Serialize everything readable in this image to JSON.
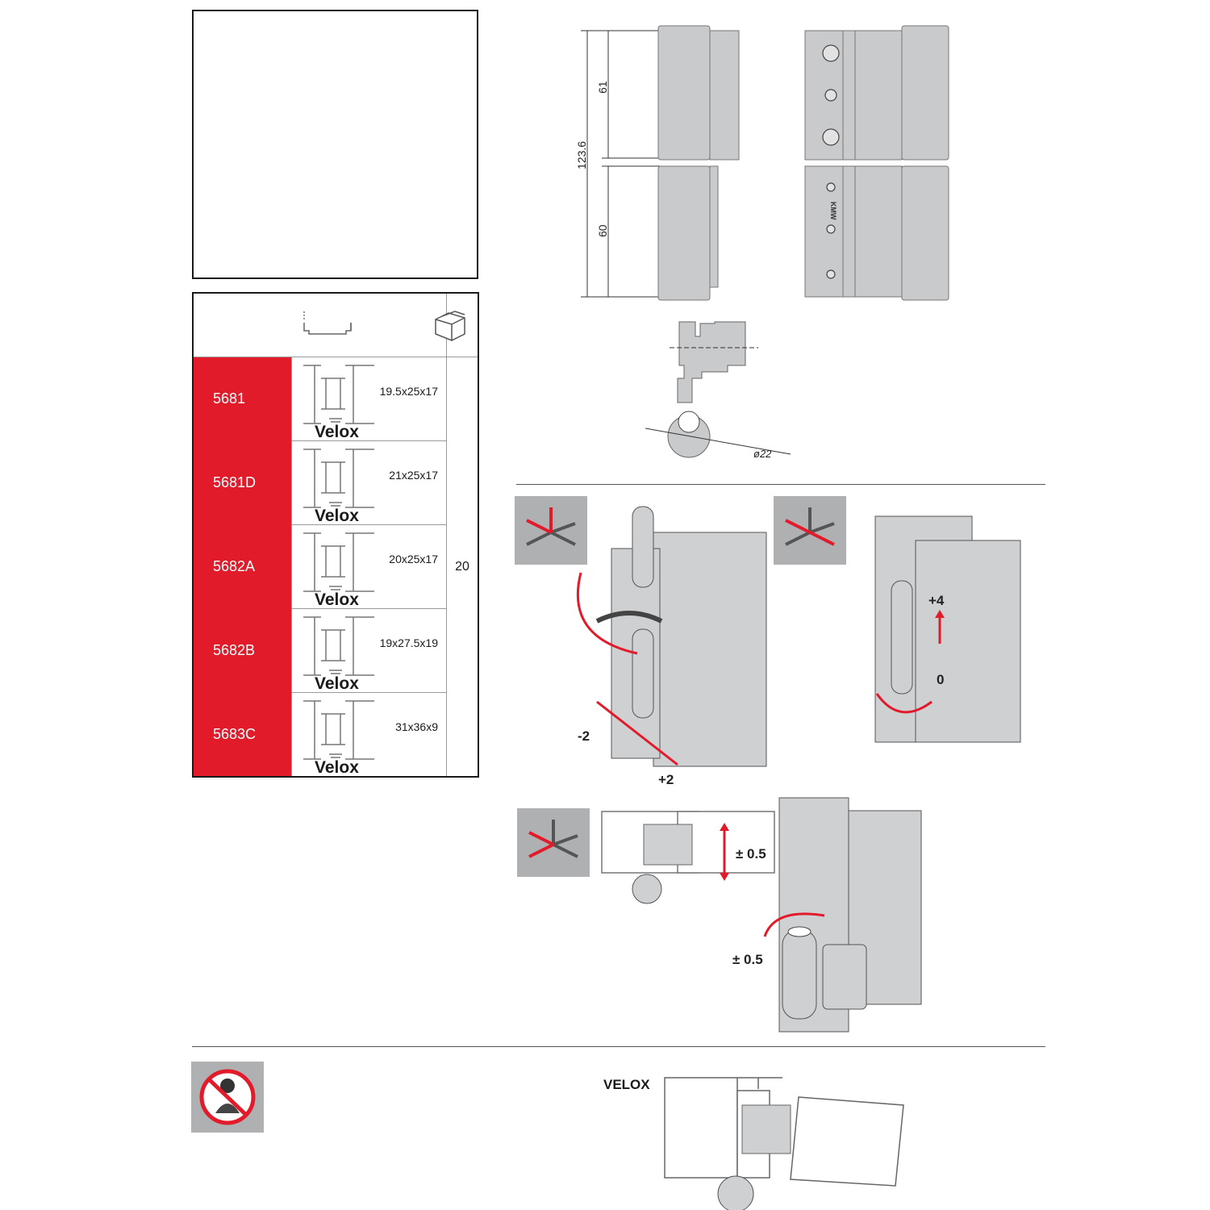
{
  "table": {
    "rows": [
      {
        "code": "5681",
        "dims": "19.5x25x17",
        "brand": "Velox"
      },
      {
        "code": "5681D",
        "dims": "21x25x17",
        "brand": "Velox"
      },
      {
        "code": "5682A",
        "dims": "20x25x17",
        "brand": "Velox"
      },
      {
        "code": "5682B",
        "dims": "19x27.5x19",
        "brand": "Velox"
      },
      {
        "code": "5683C",
        "dims": "31x36x9",
        "brand": "Velox"
      }
    ],
    "quantity": "20"
  },
  "drawing": {
    "dim_total": "123.6",
    "dim_top": "61",
    "dim_bottom": "60",
    "diameter": "ø22",
    "hinge_mark": "KMW"
  },
  "adjustments": {
    "lateral_minus": "-2",
    "lateral_plus": "+2",
    "height_plus": "+4",
    "height_zero": "0",
    "compression": "± 0.5",
    "rotation": "± 0.5"
  },
  "bottom": {
    "section_label": "VELOX"
  }
}
